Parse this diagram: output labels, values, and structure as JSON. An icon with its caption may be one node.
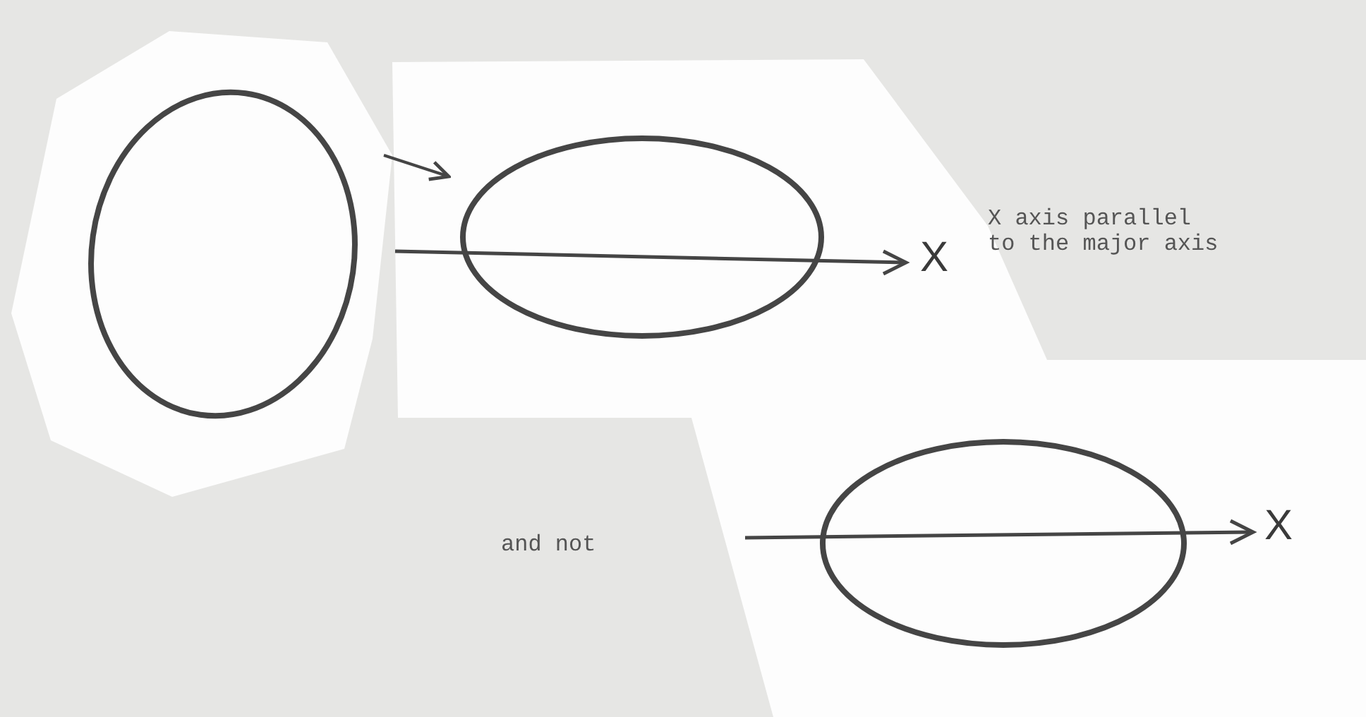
{
  "diagram": {
    "nodes": [
      {
        "text": [],
        "shape": "circle"
      },
      {
        "text": [],
        "shape": "circle"
      },
      {
        "text": [],
        "shape": "circle"
      }
    ],
    "edges": [
      {
        "from": 0,
        "to": 1,
        "arrow": "to"
      }
    ],
    "labels": [
      "X",
      "X axis parallel to the major axis",
      "and not",
      "X"
    ]
  }
}
